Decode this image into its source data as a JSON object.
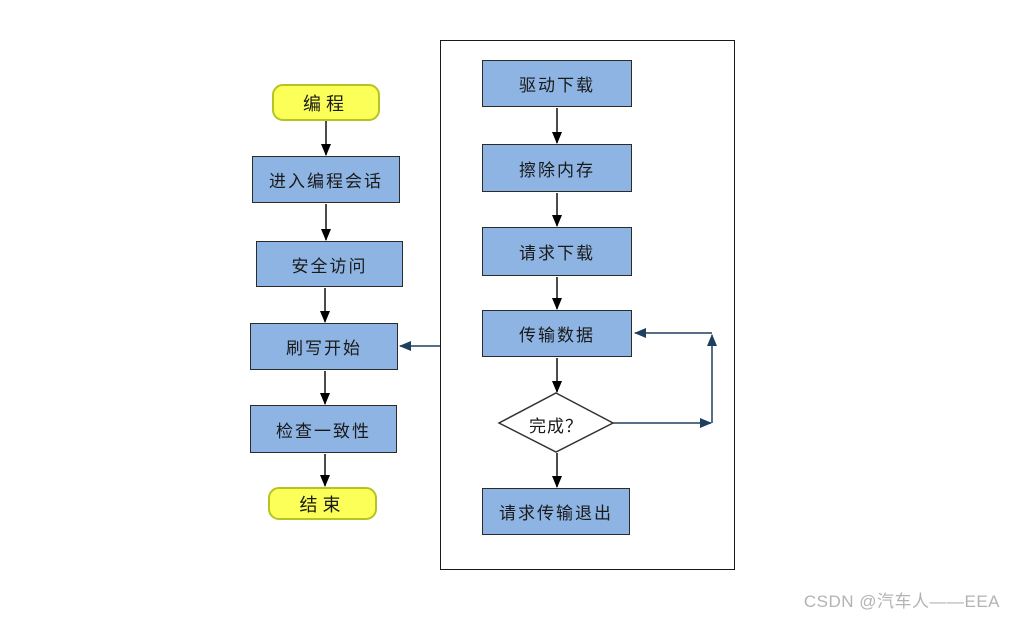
{
  "diagram": {
    "title_hint": "ECU flashing / programming flowchart",
    "nodes": {
      "start": {
        "label": "编程"
      },
      "enter_session": {
        "label": "进入编程会话"
      },
      "security_access": {
        "label": "安全访问"
      },
      "flash_start": {
        "label": "刷写开始"
      },
      "check_consistency": {
        "label": "检查一致性"
      },
      "end": {
        "label": "结束"
      },
      "driver_download": {
        "label": "驱动下载"
      },
      "erase_memory": {
        "label": "擦除内存"
      },
      "request_download": {
        "label": "请求下载"
      },
      "transfer_data": {
        "label": "传输数据"
      },
      "done_decision": {
        "label": "完成？"
      },
      "request_transfer_exit": {
        "label": "请求传输退出"
      }
    },
    "colors": {
      "process_fill": "#8DB4E2",
      "process_border": "#2B2B2B",
      "terminator_fill": "#FBFF57",
      "terminator_border": "#B5C423",
      "decision_fill": "#FFFFFF",
      "decision_border": "#333333",
      "edge_black": "#000000",
      "edge_navy": "#1F3F5F",
      "watermark_gray": "#B3B3B3"
    }
  },
  "watermark": {
    "text": "CSDN @汽车人——EEA"
  }
}
